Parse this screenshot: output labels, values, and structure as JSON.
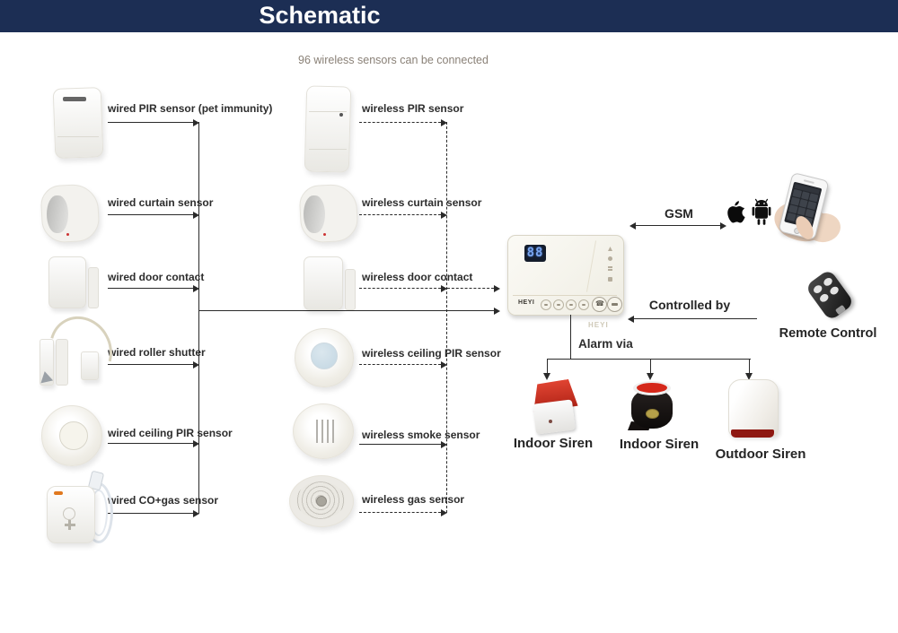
{
  "header": {
    "title": "Schematic"
  },
  "subtitle": "96 wireless sensors can be connected",
  "wired_sensors": [
    "wired PIR sensor (pet immunity)",
    "wired curtain sensor",
    "wired door contact",
    "wired roller shutter",
    "wired ceiling PIR sensor",
    "wired CO+gas sensor"
  ],
  "wireless_sensors": [
    "wireless PIR sensor",
    "wireless curtain sensor",
    "wireless door contact",
    "wireless ceiling PIR sensor",
    "wireless smoke sensor",
    "wireless gas sensor"
  ],
  "panel": {
    "brand": "HEYI",
    "display_value": "88",
    "watermark": "HEYI"
  },
  "connections": {
    "gsm_label": "GSM",
    "controlled_by_label": "Controlled by",
    "alarm_via_label": "Alarm via",
    "remote_control_label": "Remote Control"
  },
  "sirens": [
    "Indoor Siren",
    "Indoor Siren",
    "Outdoor Siren"
  ],
  "icons": {
    "apple": "apple-logo-icon",
    "android": "android-robot-icon",
    "phone_button": "phone-call-icon"
  },
  "colors": {
    "header_bg": "#1c2e54",
    "line": "#2a2a2a",
    "siren_red": "#c8281e",
    "display_blue": "#7aa6ef",
    "subtitle_text": "#8a8177"
  }
}
